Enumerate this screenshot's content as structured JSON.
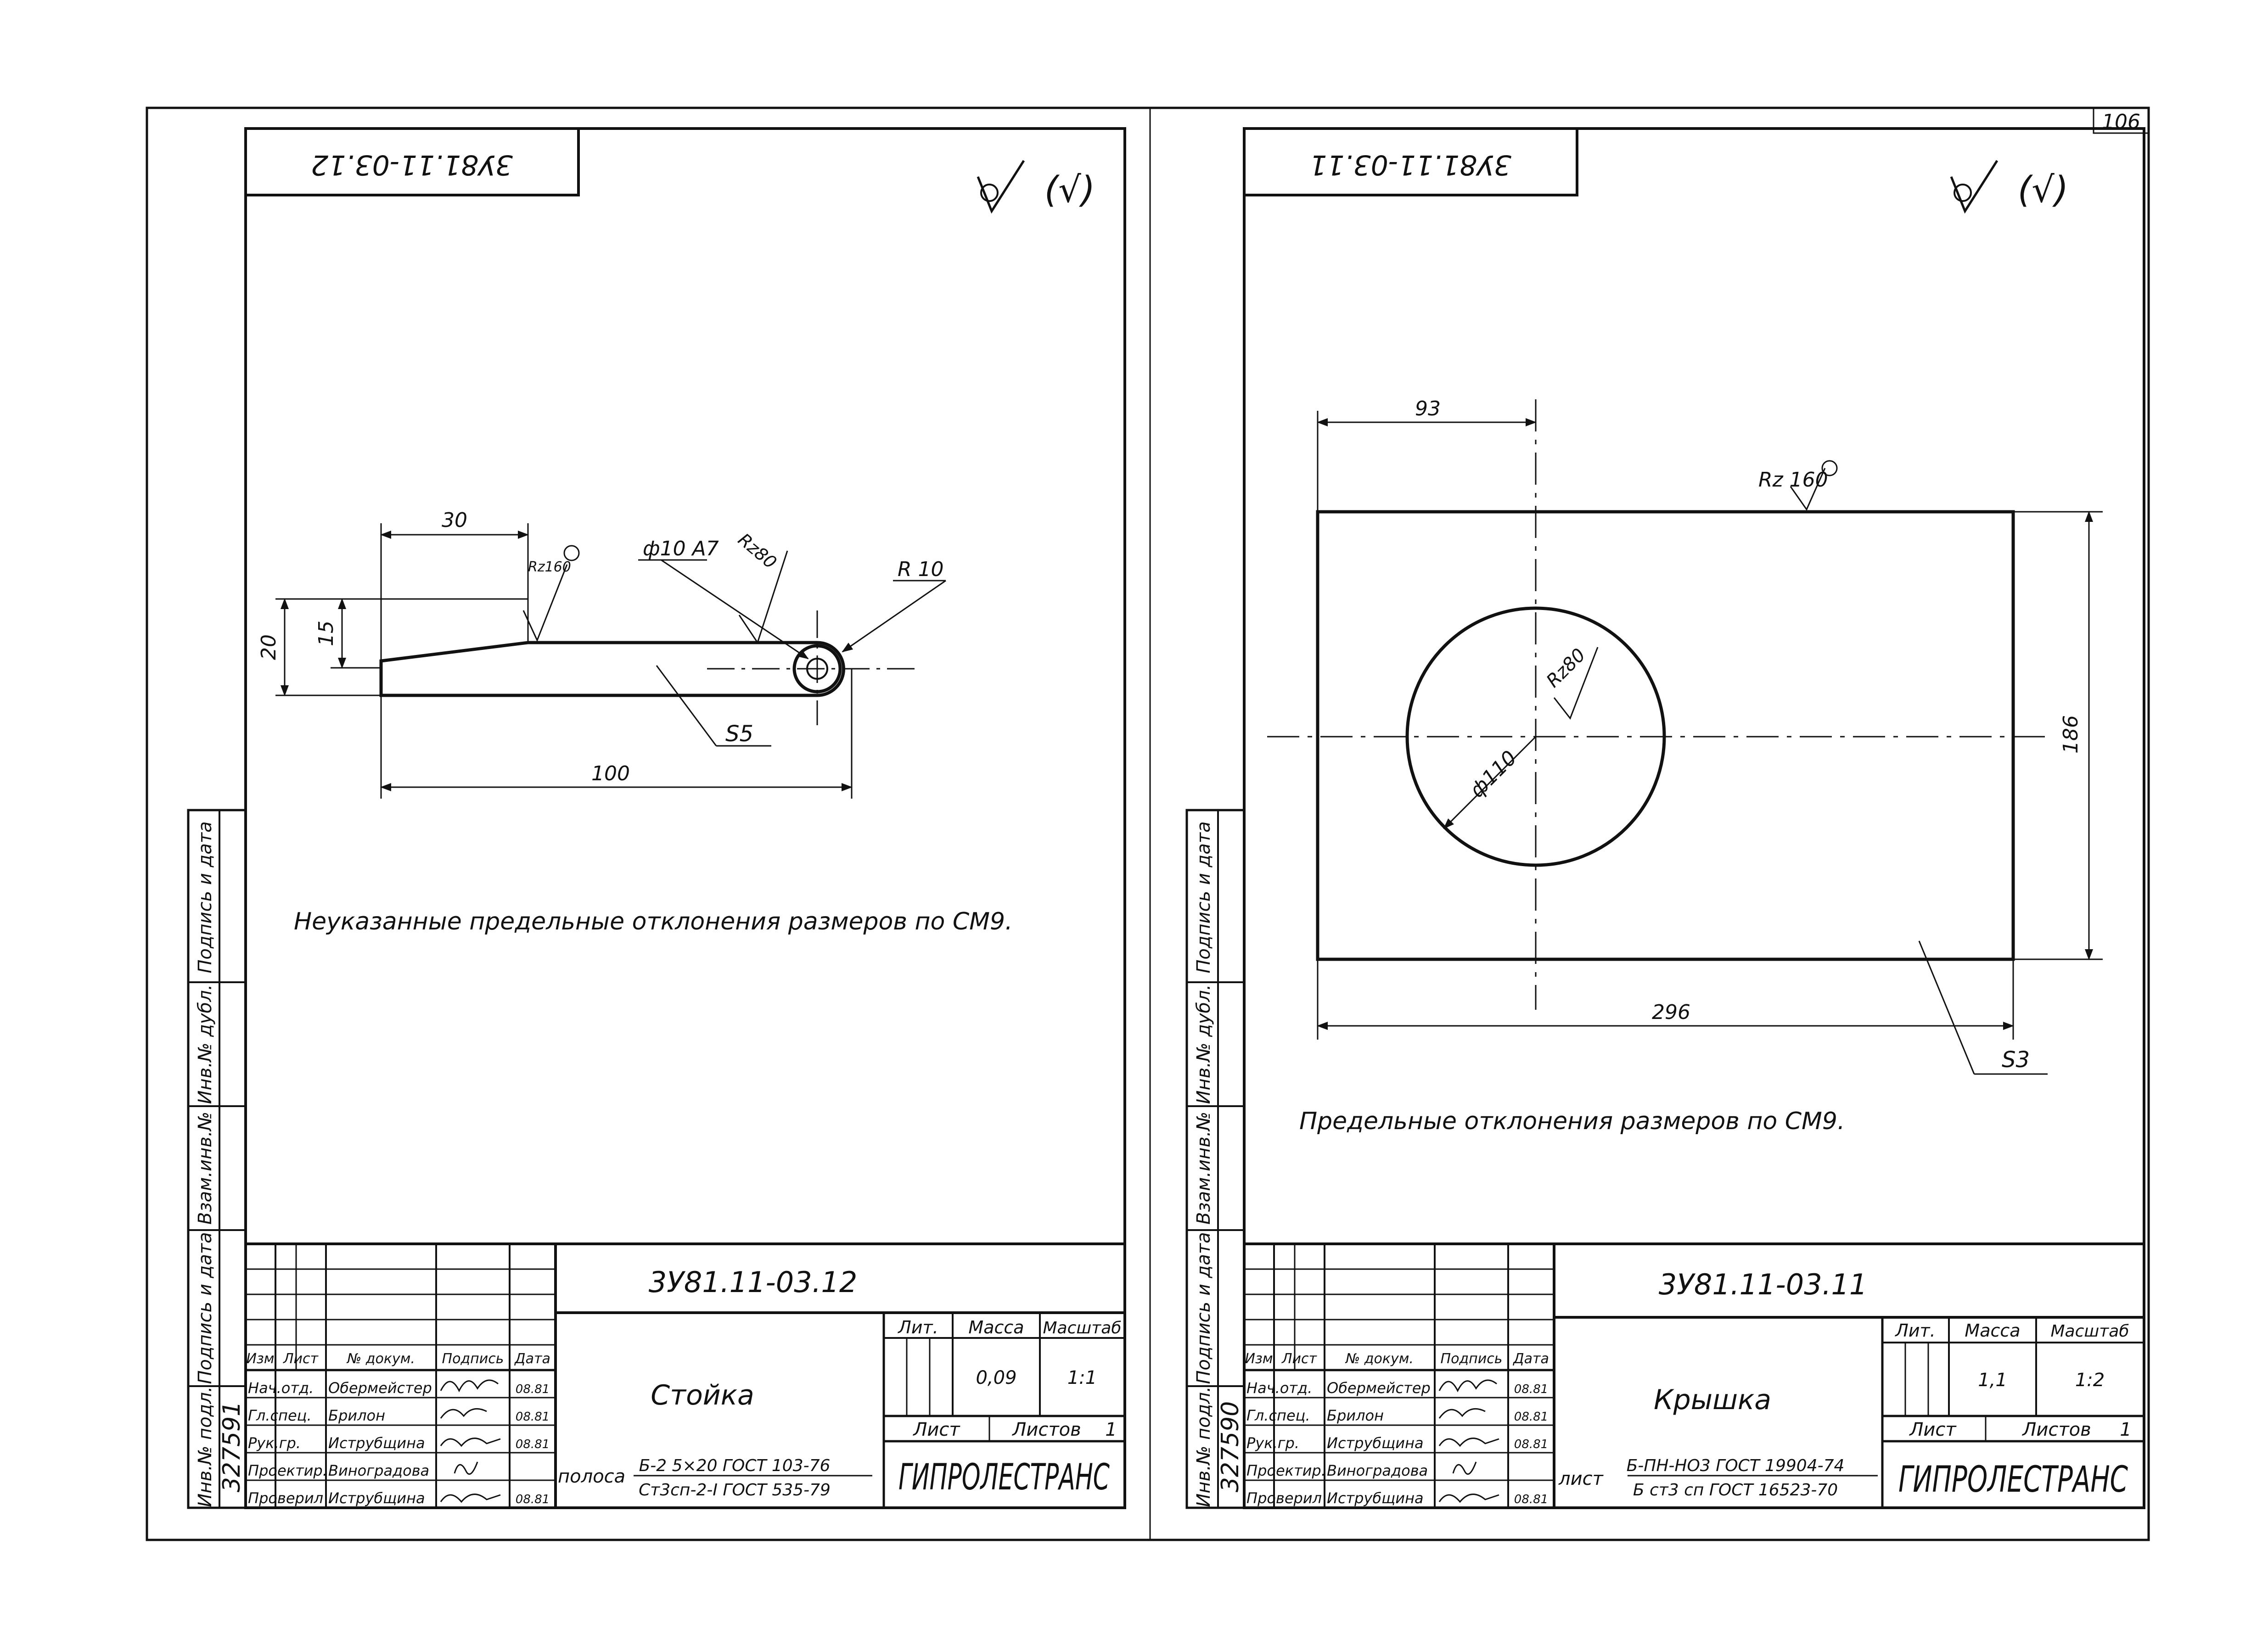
{
  "page_number": "106",
  "left_sheet": {
    "rotated_code": "3У81.11-03.12",
    "roughness_symbol": "(√)",
    "dims": {
      "top": "30",
      "left_outer": "20",
      "left_inner": "15",
      "bottom": "100"
    },
    "hole_label": "ф10 А7",
    "hole_roughness": "Rz80",
    "chamfer_roughness": "Rz160",
    "radius_label": "R 10",
    "thickness_label": "S5",
    "note": "Неуказанные предельные отклонения размеров по СМ9.",
    "title_block": {
      "code": "3У81.11-03.12",
      "name": "Стойка",
      "lit_label": "Лит.",
      "mass_label": "Масса",
      "scale_label": "Масштаб",
      "mass": "0,09",
      "scale": "1:1",
      "sheet_label": "Лист",
      "sheets_label": "Листов",
      "sheets": "1",
      "material_kind": "полоса",
      "material_line1": "Б-2 5×20 ГОСТ 103-76",
      "material_line2": "Ст3сп-2-I ГОСТ 535-79",
      "org": "ГИПРОЛЕСТРАНС",
      "head": [
        "Изм",
        "Лист",
        "№ докум.",
        "Подпись",
        "Дата"
      ],
      "roles": [
        "Нач.отд.",
        "Гл.спец.",
        "Рук.гр.",
        "Проектир.",
        "Проверил"
      ],
      "people": [
        "Обермейстер",
        "Брилон",
        "Иструбщина",
        "Виноградова",
        "Иструбщина"
      ],
      "dates": [
        "08.81",
        "08.81",
        "08.81",
        "",
        "08.81"
      ]
    },
    "side_stamp": {
      "labels": [
        "Подпись и дата",
        "Инв.№ дубл.",
        "Взам.инв.№",
        "Подпись и дата",
        "Инв.№ подл."
      ],
      "inv_number": "327591"
    }
  },
  "right_sheet": {
    "rotated_code": "3У81.11-03.11",
    "roughness_symbol": "(√)",
    "dims": {
      "top": "93",
      "right": "186",
      "bottom": "296"
    },
    "edge_roughness": "Rz 160",
    "hole_roughness": "Rz80",
    "hole_label": "ф110",
    "thickness_label": "S3",
    "note": "Предельные отклонения размеров по СМ9.",
    "title_block": {
      "code": "3У81.11-03.11",
      "name": "Крышка",
      "lit_label": "Лит.",
      "mass_label": "Масса",
      "scale_label": "Масштаб",
      "mass": "1,1",
      "scale": "1:2",
      "sheet_label": "Лист",
      "sheets_label": "Листов",
      "sheets": "1",
      "material_kind": "лист",
      "material_line1": "Б-ПН-НО3 ГОСТ 19904-74",
      "material_line2": "Б ст3 сп ГОСТ 16523-70",
      "org": "ГИПРОЛЕСТРАНС",
      "head": [
        "Изм",
        "Лист",
        "№ докум.",
        "Подпись",
        "Дата"
      ],
      "roles": [
        "Нач.отд.",
        "Гл.спец.",
        "Рук.гр.",
        "Проектир.",
        "Проверил"
      ],
      "people": [
        "Обермейстер",
        "Брилон",
        "Иструбщина",
        "Виноградова",
        "Иструбщина"
      ],
      "dates": [
        "08.81",
        "08.81",
        "08.81",
        "",
        "08.81"
      ]
    },
    "side_stamp": {
      "labels": [
        "Подпись и дата",
        "Инв.№ дубл.",
        "Взам.инв.№",
        "Подпись и дата",
        "Инв.№ подл."
      ],
      "inv_number": "327590"
    }
  }
}
